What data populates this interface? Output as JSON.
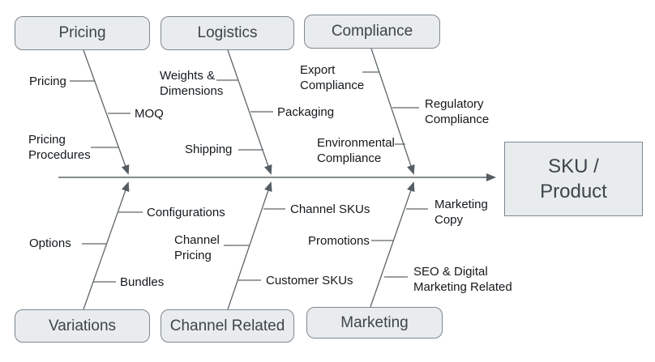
{
  "diagram_type": "fishbone",
  "head": {
    "label": "SKU /\nProduct"
  },
  "top_branches": [
    {
      "id": "pricing",
      "label": "Pricing",
      "causes": [
        "Pricing",
        "MOQ",
        "Pricing\nProcedures"
      ]
    },
    {
      "id": "logistics",
      "label": "Logistics",
      "causes": [
        "Weights &\nDimensions",
        "Packaging",
        "Shipping"
      ]
    },
    {
      "id": "compliance",
      "label": "Compliance",
      "causes": [
        "Export\nCompliance",
        "Regulatory\nCompliance",
        "Environmental\nCompliance"
      ]
    }
  ],
  "bottom_branches": [
    {
      "id": "variations",
      "label": "Variations",
      "causes": [
        "Configurations",
        "Options",
        "Bundles"
      ]
    },
    {
      "id": "channel_related",
      "label": "Channel Related",
      "causes": [
        "Channel SKUs",
        "Channel\nPricing",
        "Customer SKUs"
      ]
    },
    {
      "id": "marketing",
      "label": "Marketing",
      "causes": [
        "Marketing\nCopy",
        "Promotions",
        "SEO & Digital\nMarketing Related"
      ]
    }
  ],
  "colors": {
    "box_fill": "#e9eced",
    "box_border": "#7d8790",
    "box_text": "#3d444b",
    "label_text": "#14181c",
    "line": "#5d6569",
    "arrow": "#565d63",
    "background": "#ffffff"
  }
}
